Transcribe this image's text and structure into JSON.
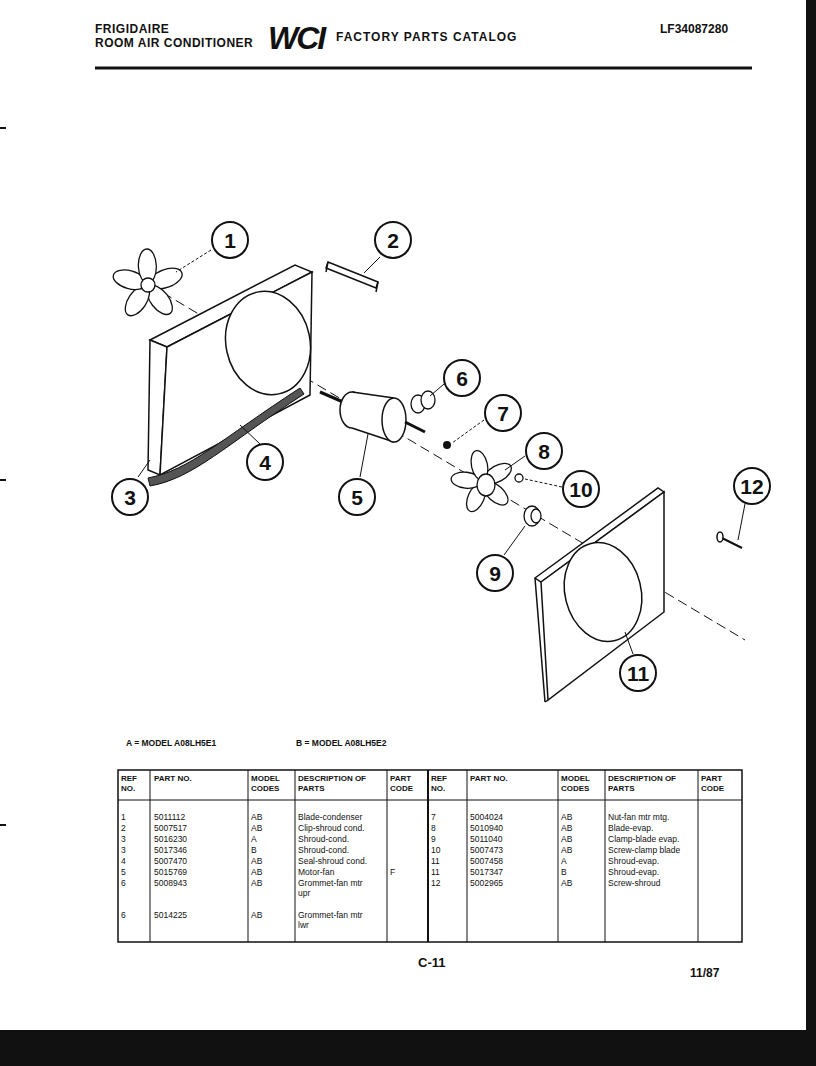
{
  "diagram": {
    "nodes": [
      {
        "text": [
          "1"
        ]
      },
      {
        "text": [
          "2"
        ]
      },
      {
        "text": [
          "3"
        ]
      },
      {
        "text": [
          "4"
        ]
      },
      {
        "text": [
          "5"
        ]
      },
      {
        "text": [
          "6"
        ]
      },
      {
        "text": [
          "7"
        ]
      },
      {
        "text": [
          "8"
        ]
      },
      {
        "text": [
          "9"
        ]
      },
      {
        "text": [
          "10"
        ]
      },
      {
        "text": [
          "11"
        ]
      },
      {
        "text": [
          "12"
        ]
      }
    ],
    "labels": [
      "FRIGIDAIRE",
      "ROOM AIR CONDITIONER",
      "WCI",
      "FACTORY PARTS CATALOG",
      "LF34087280",
      "A = MODEL A08LH5E1",
      "B = MODEL A08LH5E2",
      "REF NO.",
      "PART NO.",
      "MODEL CODES",
      "DESCRIPTION OF PARTS",
      "PART CODE",
      "REF NO.",
      "PART NO.",
      "MODEL CODES",
      "DESCRIPTION OF PARTS",
      "PART CODE",
      "1",
      "5011112",
      "AB",
      "Blade-condenser",
      "2",
      "5007517",
      "AB",
      "Clip-shroud cond.",
      "3",
      "5016230",
      "A",
      "Shroud-cond.",
      "3",
      "5017346",
      "B",
      "Shroud-cond.",
      "4",
      "5007470",
      "AB",
      "Seal-shroud cond.",
      "5",
      "5015769",
      "AB",
      "Motor-fan",
      "F",
      "6",
      "5008943",
      "AB",
      "Grommet-fan mtr upr",
      "6",
      "5014225",
      "AB",
      "Grommet-fan mtr lwr",
      "7",
      "5004024",
      "AB",
      "Nut-fan mtr mtg.",
      "8",
      "5010940",
      "AB",
      "Blade-evap.",
      "9",
      "5011040",
      "AB",
      "Clamp-blade evap.",
      "10",
      "5007473",
      "AB",
      "Screw-clamp blade",
      "11",
      "5007458",
      "A",
      "Shroud-evap.",
      "11",
      "5017347",
      "B",
      "Shroud-evap.",
      "12",
      "5002965",
      "AB",
      "Screw-shroud",
      "C-11",
      "11/87"
    ]
  }
}
